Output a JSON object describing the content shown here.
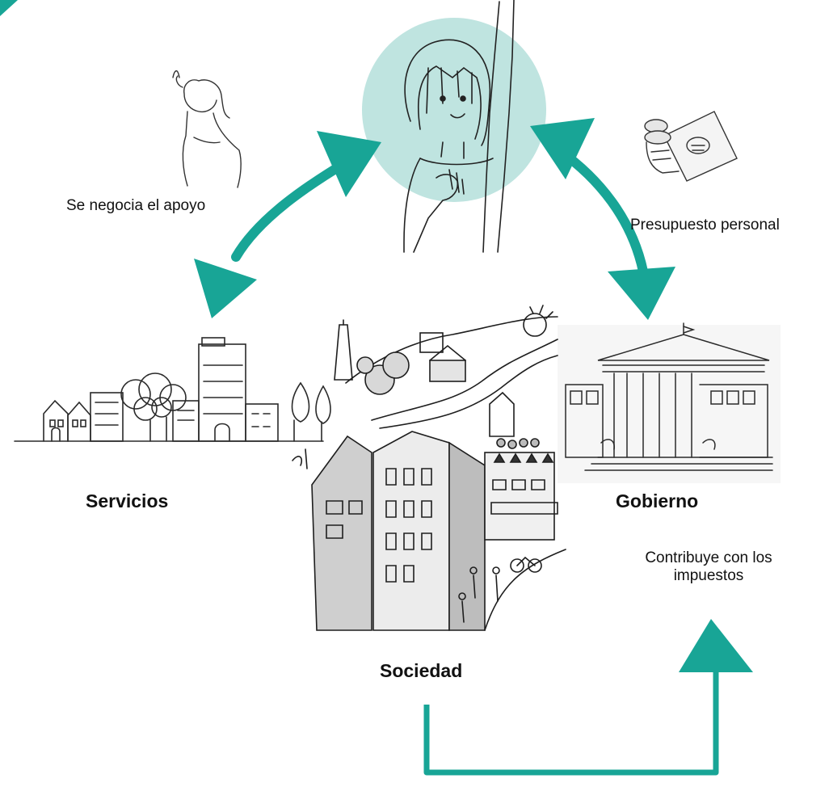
{
  "colors": {
    "accent": "#18a596",
    "circle": "#bfe4e0",
    "ink": "#222222"
  },
  "nodes": {
    "person": {
      "icon": "woman-raising-hand-icon"
    },
    "servicios": {
      "label": "Servicios",
      "icon": "cityscape-icon"
    },
    "gobierno": {
      "label": "Gobierno",
      "icon": "government-building-icon"
    },
    "sociedad": {
      "label": "Sociedad",
      "icon": "town-illustration-icon"
    }
  },
  "edges": {
    "apoyo": {
      "label": "Se negocia el apoyo",
      "icon": "person-with-headset-icon"
    },
    "presupuesto": {
      "label": "Presupuesto personal",
      "icon": "hand-with-money-icon"
    },
    "impuestos": {
      "label_line1": "Contribuye con los",
      "label_line2": "impuestos"
    }
  }
}
